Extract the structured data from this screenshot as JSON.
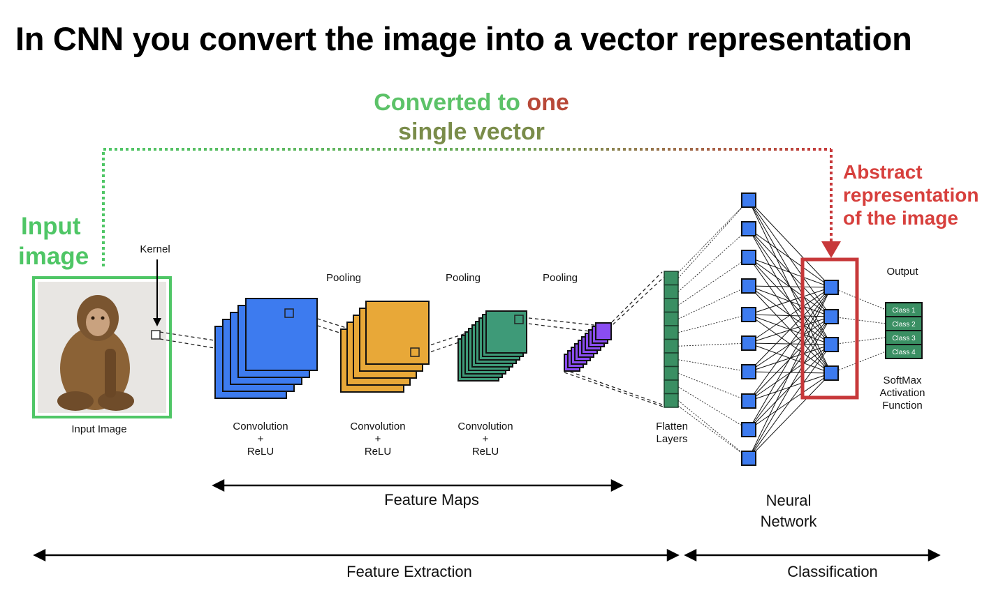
{
  "title": "In CNN you convert the image into a vector representation",
  "annotations": {
    "input_image_line1": "Input",
    "input_image_line2": "image",
    "converted_part1": "Converted to ",
    "converted_part2": "one",
    "converted_line2": "single vector",
    "abstract_line1": "Abstract",
    "abstract_line2": "representation",
    "abstract_line3": "of the image"
  },
  "labels": {
    "kernel": "Kernel",
    "input_image": "Input Image",
    "pooling": [
      "Pooling",
      "Pooling",
      "Pooling"
    ],
    "conv_blocks": [
      {
        "line1": "Convolution",
        "line2": "+",
        "line3": "ReLU"
      },
      {
        "line1": "Convolution",
        "line2": "+",
        "line3": "ReLU"
      },
      {
        "line1": "Convolution",
        "line2": "+",
        "line3": "ReLU"
      }
    ],
    "flatten_line1": "Flatten",
    "flatten_line2": "Layers",
    "output": "Output",
    "softmax_line1": "SoftMax",
    "softmax_line2": "Activation",
    "softmax_line3": "Function",
    "feature_maps": "Feature Maps",
    "neural_line1": "Neural",
    "neural_line2": "Network",
    "feature_extraction": "Feature Extraction",
    "classification": "Classification"
  },
  "classes": [
    "Class 1",
    "Class 2",
    "Class 3",
    "Class 4"
  ],
  "colors": {
    "green": "#4fc666",
    "red": "#d7403d",
    "blue": "#3d7bef",
    "orange": "#e8a838",
    "teal": "#3e9a78",
    "purple": "#8a4df2",
    "flatten": "#3a8f63"
  }
}
